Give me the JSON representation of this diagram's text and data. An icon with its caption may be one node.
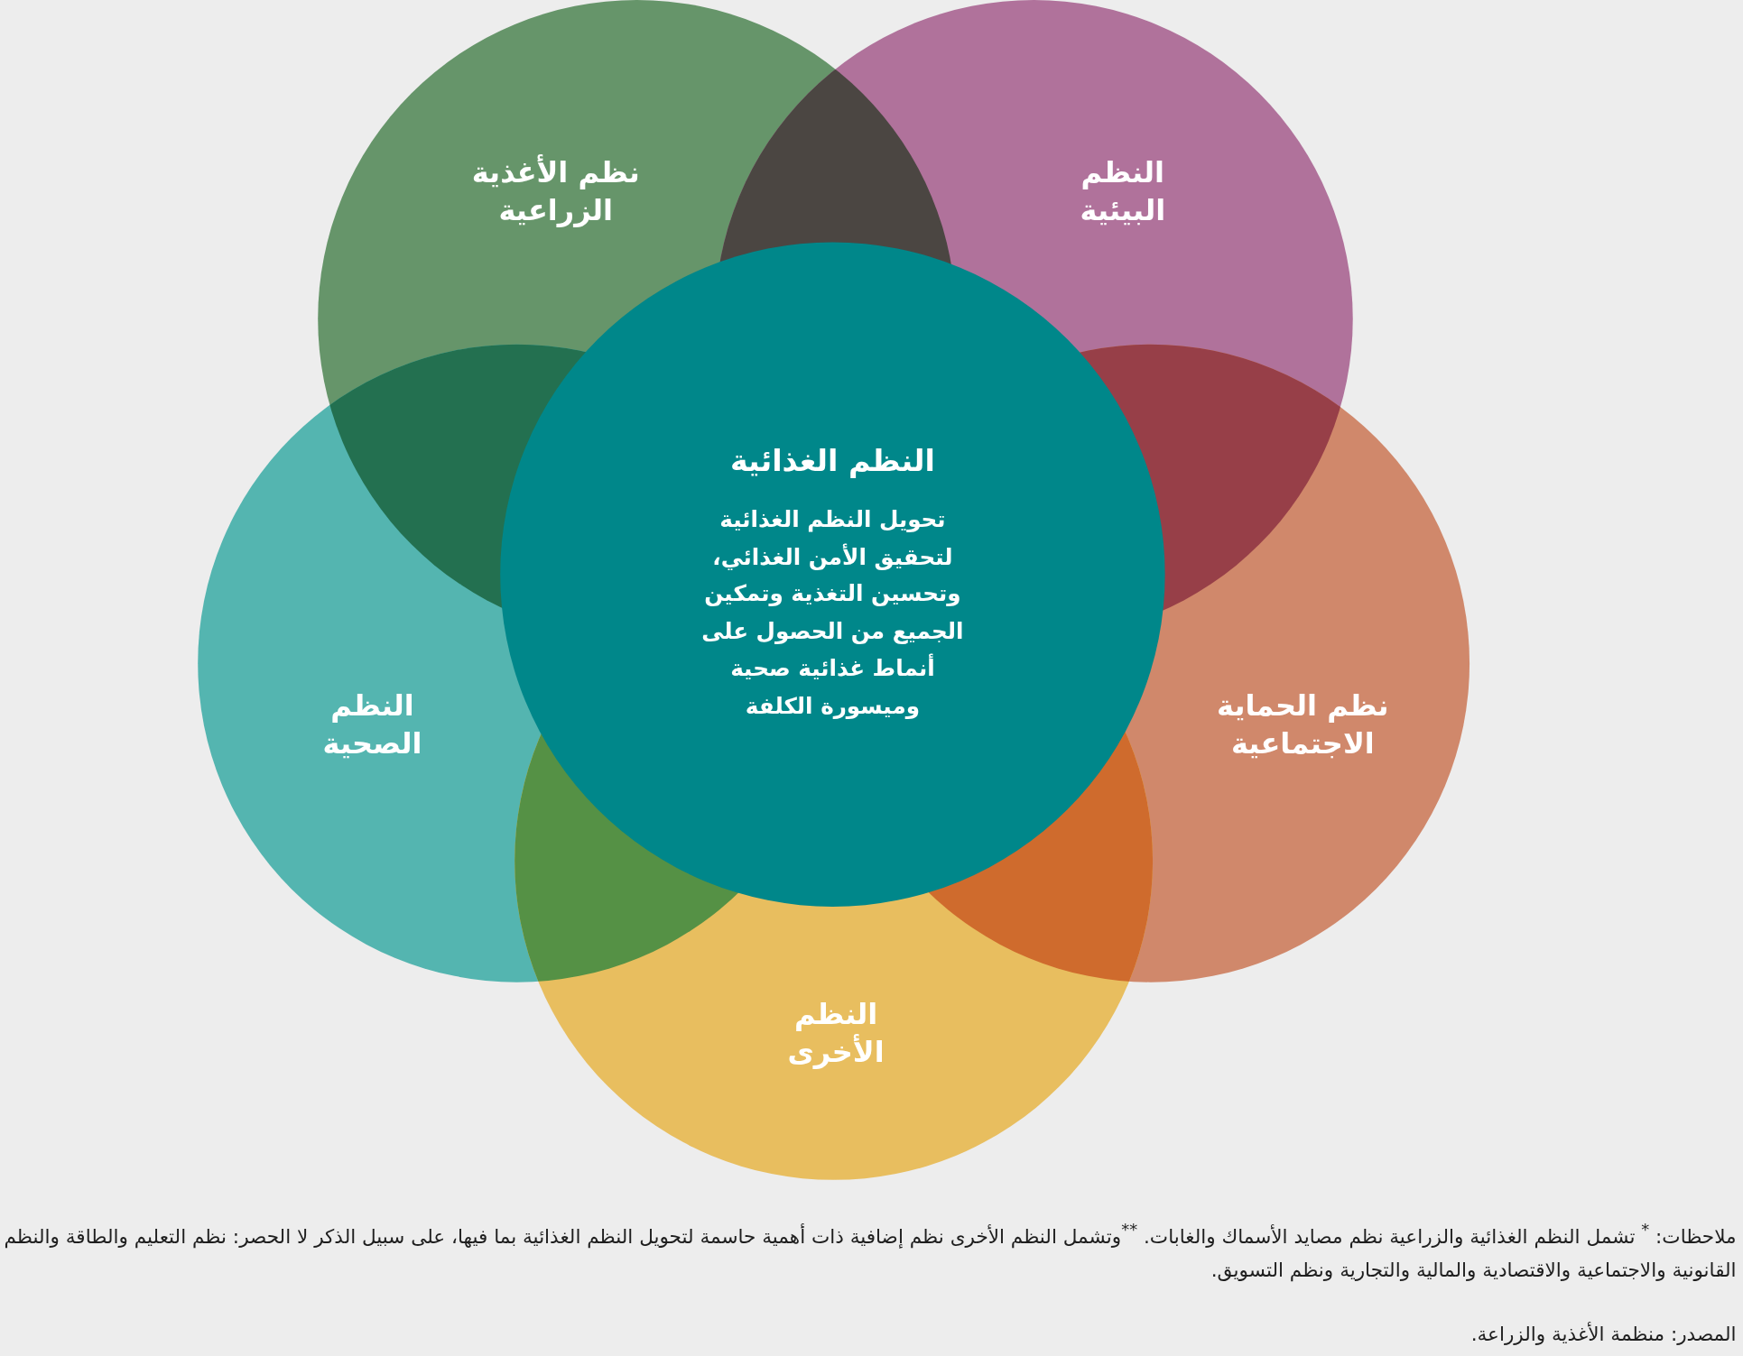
{
  "diagram": {
    "nodes": [
      {
        "text": [
          "نظم الأغذية الزراعية"
        ]
      },
      {
        "text": [
          "النظم البيئية"
        ]
      },
      {
        "text": [
          "النظم الغذائية",
          "تحويل النظم الغذائية لتحقيق الأمن الغذائي، وتحسين التغذية وتمكين الجميع من الحصول على أنماط غذائية صحية وميسورة الكلفة"
        ]
      },
      {
        "text": [
          "النظم الصحية"
        ]
      },
      {
        "text": [
          "نظم الحماية الاجتماعية"
        ]
      },
      {
        "text": [
          "النظم الأخرى"
        ]
      }
    ],
    "labels": [
      "ملاحظات: $^{*}$ تشمل النظم الغذائية والزراعية نظم مصايد الأسماك والغابات. $^{**}$وتشمل النظم الأخرى نظم إضافية ذات أهمية حاسمة لتحويل النظم الغذائية بما فيها، على سبيل الذكر لا الحصر: نظم التعليم والطاقة والنظم القانونية والاجتماعية والاقتصادية والمالية والتجارية ونظم التسويق.",
      "المصدر: منظمة الأغذية والزراعة."
    ]
  }
}
